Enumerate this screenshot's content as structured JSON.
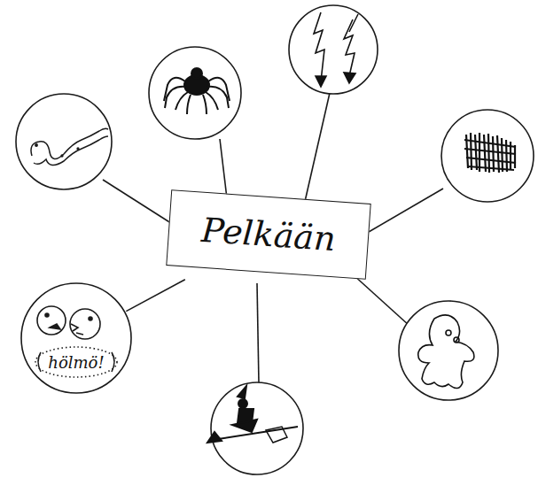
{
  "diagram": {
    "nodes": [
      {
        "text": [
          "Pelkään"
        ]
      },
      {
        "text": [
          "hölmö!"
        ]
      }
    ],
    "edges": [
      {
        "from": 0,
        "to": 1,
        "arrow": "none"
      }
    ]
  }
}
